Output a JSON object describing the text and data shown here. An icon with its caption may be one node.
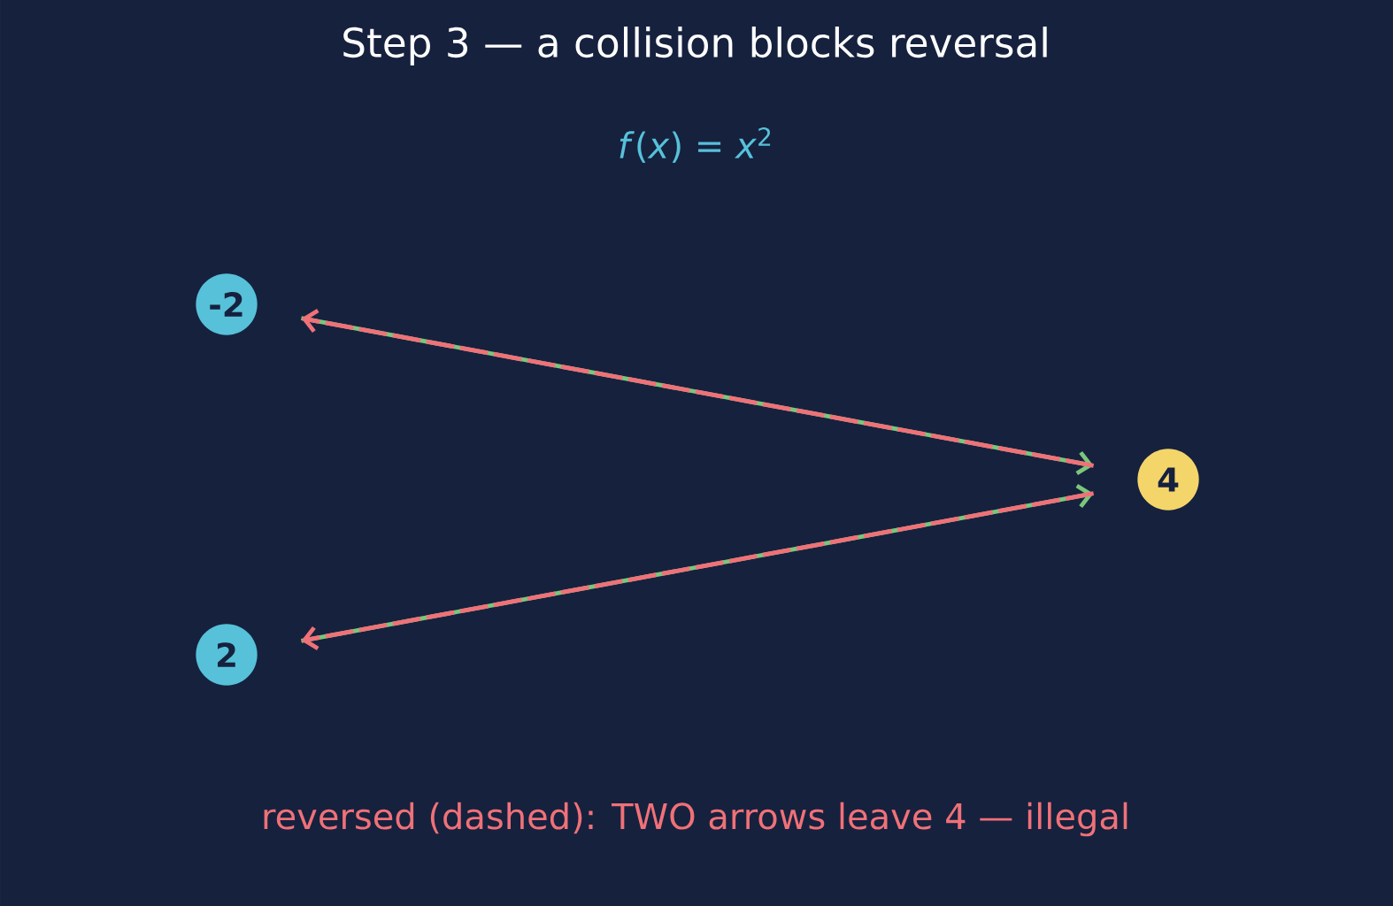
{
  "diagram": {
    "title": "Step 3 — a collision blocks reversal",
    "caption": "reversed (dashed): TWO arrows leave 4 — illegal",
    "nodes": [
      {
        "text": [
          "-2"
        ]
      },
      {
        "text": [
          "2"
        ]
      },
      {
        "text": [
          "4"
        ]
      }
    ],
    "edges": [
      {
        "from": 0,
        "to": 2,
        "arrow": "to",
        "color": "#7bc67b"
      },
      {
        "from": 1,
        "to": 2,
        "arrow": "to",
        "color": "#7bc67b"
      },
      {
        "from": 2,
        "to": 0,
        "arrow": "to",
        "style": "dashed",
        "color": "#f07178"
      },
      {
        "from": 2,
        "to": 1,
        "arrow": "to",
        "style": "dashed",
        "color": "#f07178"
      }
    ],
    "labels": [
      "*f*(*x*) = *x*$^{2}$"
    ]
  }
}
